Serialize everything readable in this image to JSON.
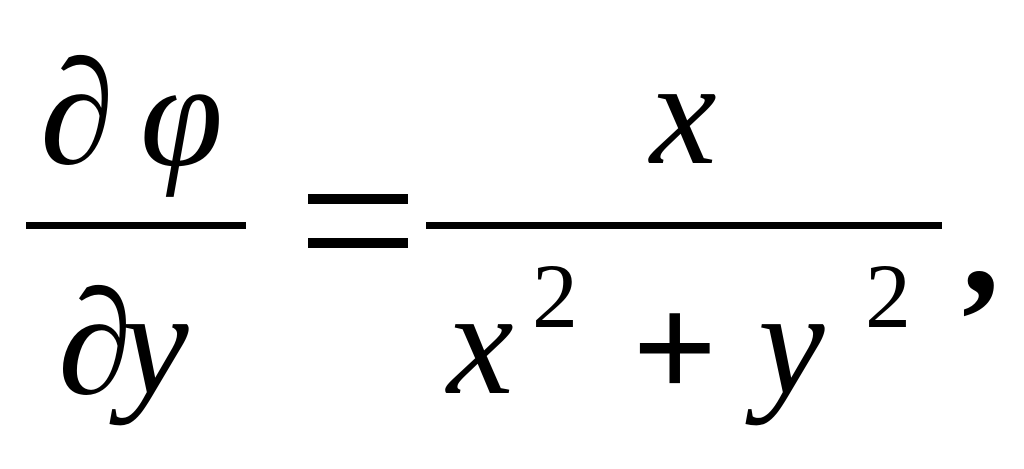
{
  "formula": {
    "lhs": {
      "numerator": {
        "partial": "∂",
        "variable": "φ"
      },
      "denominator": {
        "partial": "∂",
        "variable": "y"
      }
    },
    "equals": "=",
    "rhs": {
      "numerator": {
        "variable": "x"
      },
      "denominator": {
        "term1": {
          "base": "x",
          "exponent": "2"
        },
        "operator": "+",
        "term2": {
          "base": "y",
          "exponent": "2"
        }
      }
    },
    "trailing_punctuation": ","
  }
}
